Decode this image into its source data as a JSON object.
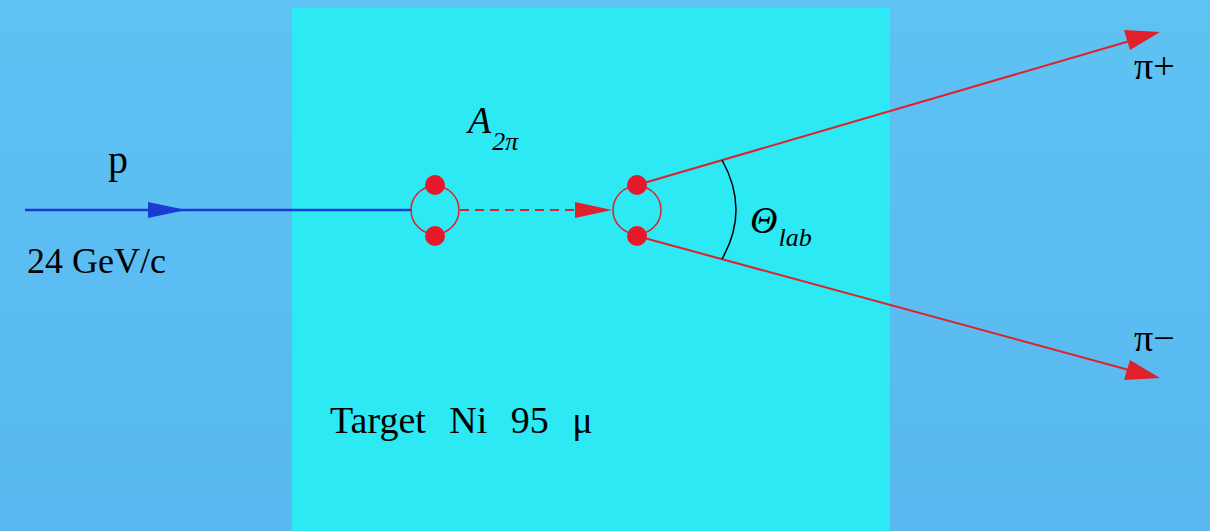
{
  "diagram": {
    "nodes": [
      {
        "text": [
          "Target Ni 95 μ"
        ]
      }
    ],
    "labels": [
      "p",
      "24 GeV/c",
      "A",
      "2π",
      "Θ",
      "lab",
      "π+",
      "π−"
    ]
  }
}
